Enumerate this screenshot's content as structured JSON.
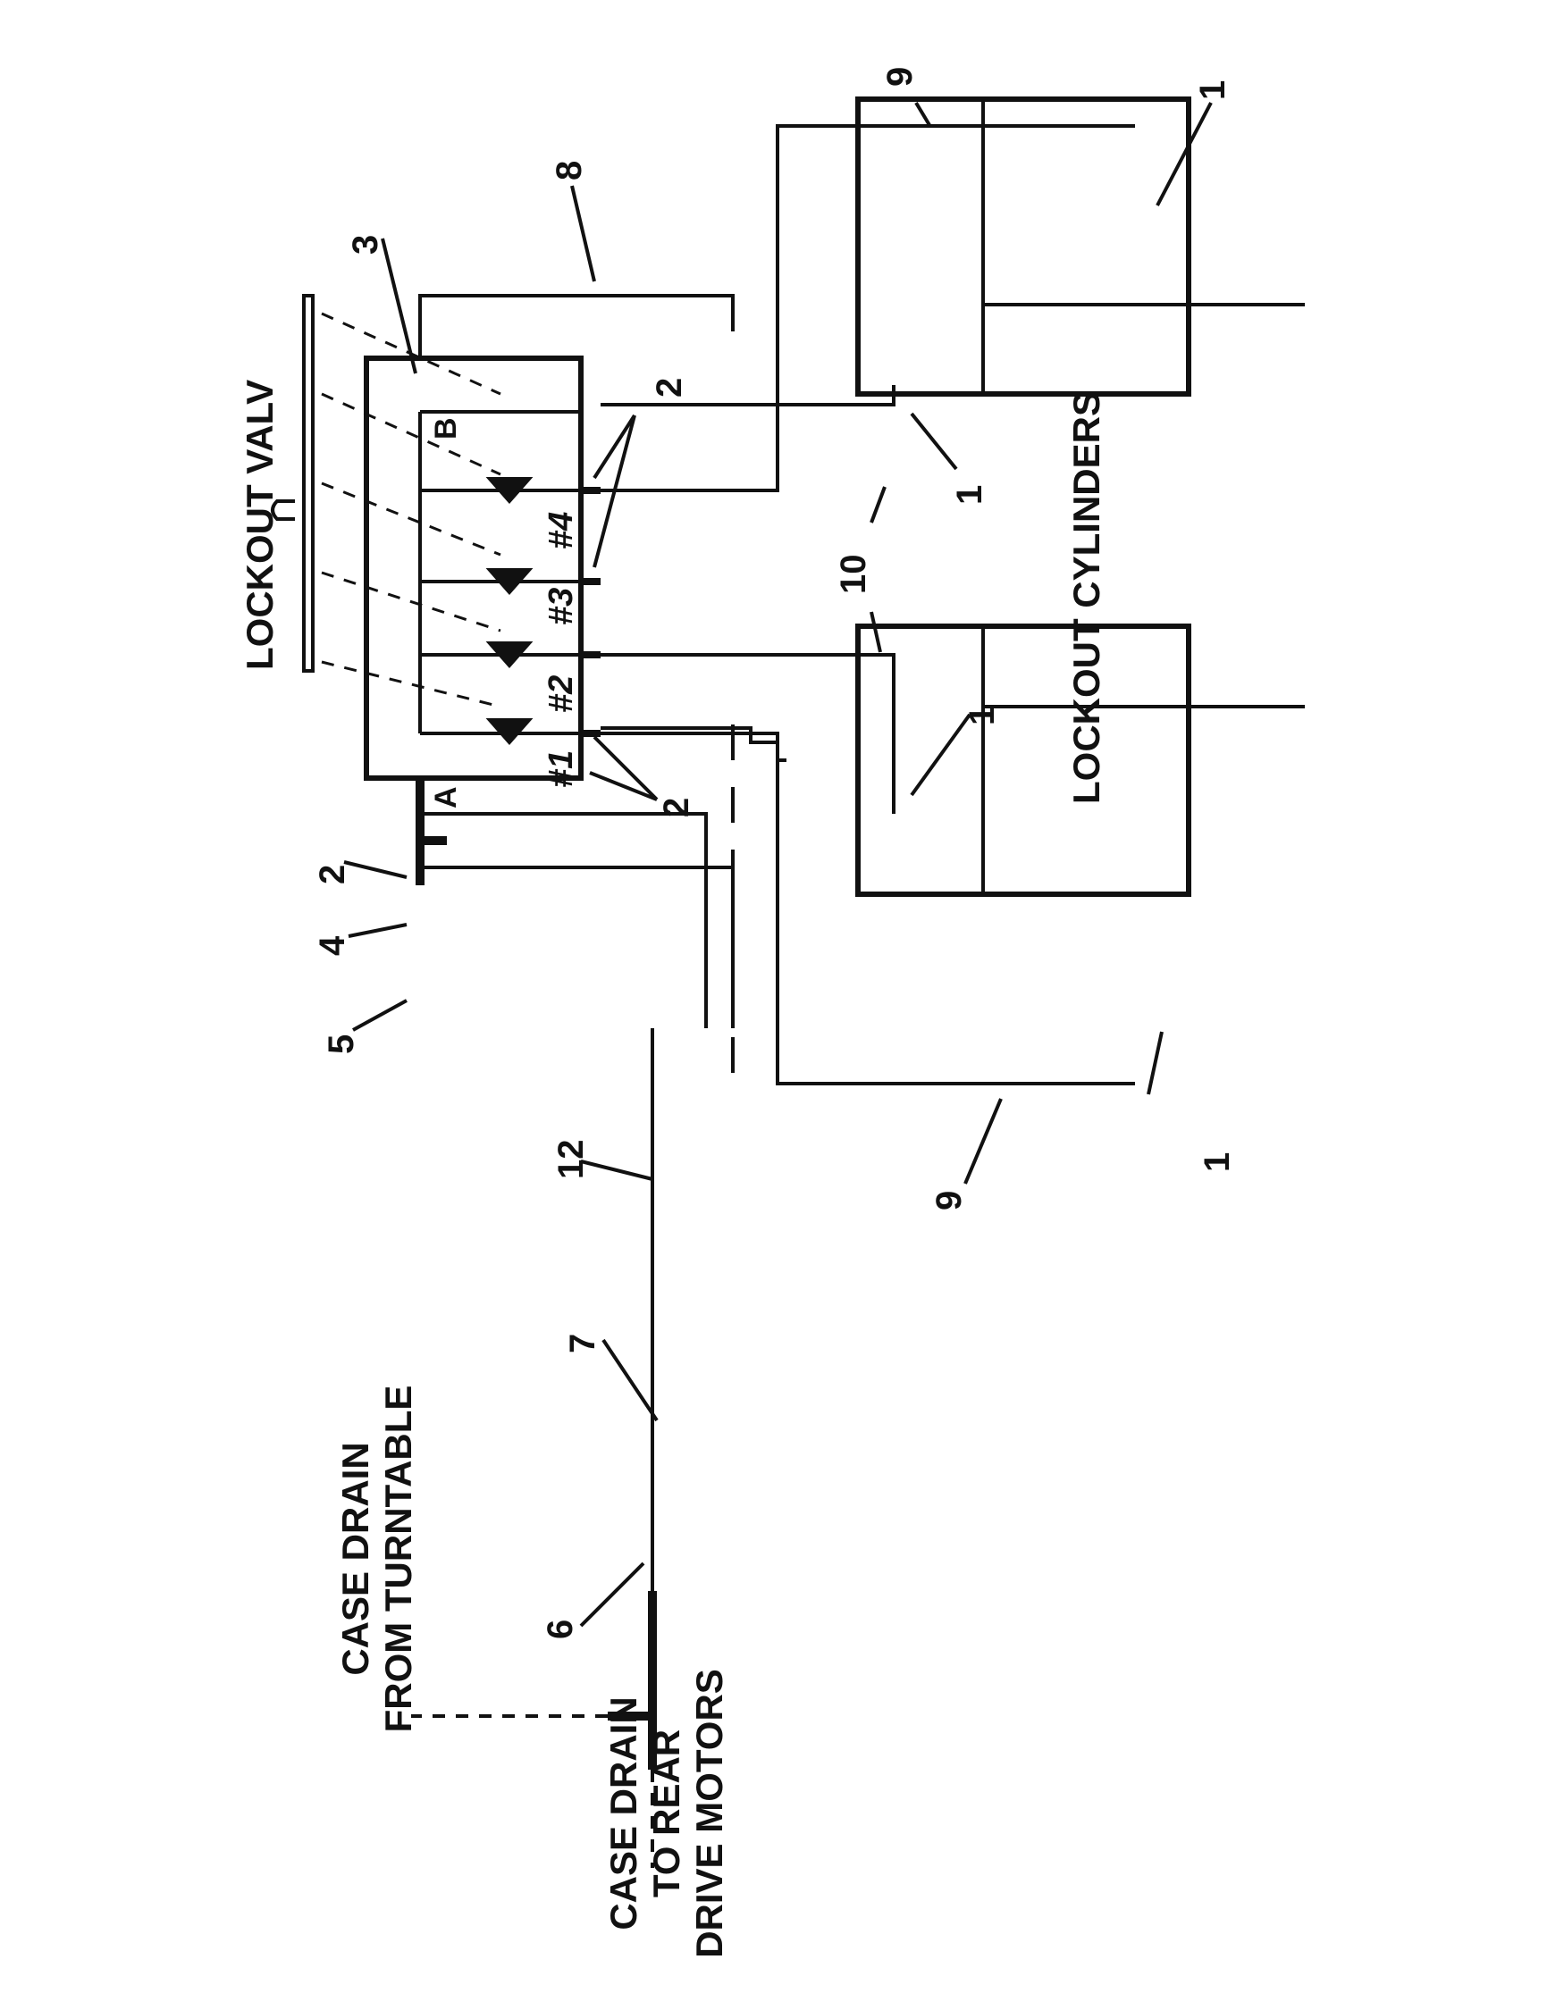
{
  "labels": {
    "lockout_valve": "LOCKOUT VALV",
    "lockout_cylinders": "LOCKOUT CYLINDERS",
    "case_drain_turntable_line1": "CASE DRAIN",
    "case_drain_turntable_line2": "FROM TURNTABLE",
    "case_drain_rear_line1": "CASE DRAIN",
    "case_drain_rear_line2": "TO REAR",
    "case_drain_rear_line3": "DRIVE MOTORS"
  },
  "ports": {
    "a": "A",
    "b": "B"
  },
  "valve_numbers": [
    "#1",
    "#2",
    "#3",
    "#4"
  ],
  "callouts": {
    "c1_top_right": "1",
    "c1_upper_cylinder_bottom": "1",
    "c1_lower_cylinder_top": "1",
    "c1_lower_right": "1",
    "c2_manifold_top": "2",
    "c2_manifold_bottom": "2",
    "c2_left": "2",
    "c3": "3",
    "c4": "4",
    "c5": "5",
    "c6": "6",
    "c7": "7",
    "c8": "8",
    "c9_top": "9",
    "c9_bottom": "9",
    "c10": "10",
    "c12": "12"
  }
}
